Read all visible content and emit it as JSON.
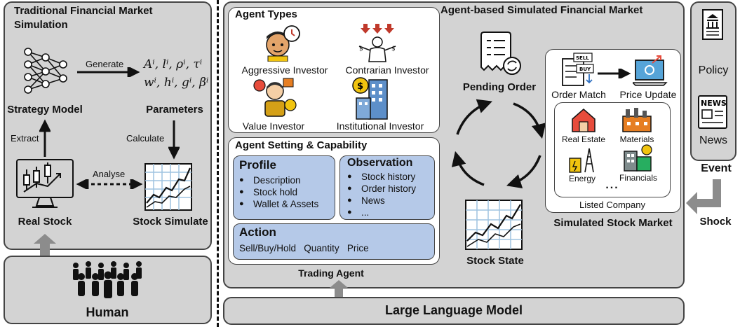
{
  "left": {
    "title": "Traditional Financial Market Simulation",
    "strategy_model": "Strategy Model",
    "parameters": "Parameters",
    "generate": "Generate",
    "extract": "Extract",
    "calculate": "Calculate",
    "analyse": "Analyse",
    "real_stock": "Real Stock",
    "stock_simulate": "Stock Simulate",
    "human": "Human",
    "params_line1": "Aⁱ, lⁱ, ρⁱ, τⁱ",
    "params_line2": "wⁱ, hⁱ, gⁱ, βⁱ"
  },
  "center": {
    "title": "Agent-based Simulated Financial Market",
    "agent_types": {
      "title": "Agent Types",
      "aggressive": "Aggressive Investor",
      "contrarian": "Contrarian Investor",
      "value": "Value Investor",
      "institutional": "Institutional Investor"
    },
    "setting": {
      "title": "Agent Setting & Capability",
      "profile_title": "Profile",
      "profile_items": [
        "Description",
        "Stock hold",
        "Wallet & Assets"
      ],
      "observation_title": "Observation",
      "observation_items": [
        "Stock history",
        "Order history",
        "News",
        "..."
      ],
      "action_title": "Action",
      "action_items": "Sell/Buy/Hold   Quantity   Price"
    },
    "trading_agent": "Trading Agent",
    "pending_order": "Pending Order",
    "stock_state": "Stock State",
    "market": {
      "order_match": "Order Match",
      "price_update": "Price Update",
      "sell_label": "SELL",
      "buy_label": "BUY",
      "companies": [
        "Real Estate",
        "Materials",
        "Energy",
        "Financials"
      ],
      "ellipsis": "...",
      "listed_company": "Listed Company",
      "title": "Simulated Stock Market"
    },
    "llm": "Large Language Model"
  },
  "right": {
    "policy": "Policy",
    "news": "News",
    "news_icon_text": "NEWS",
    "event": "Event",
    "shock": "Shock"
  },
  "colors": {
    "panel": "#d3d3d3",
    "blue_box": "#b5c9e8",
    "arrow_gray": "#8c8c8c",
    "chart_blue": "#9fc3e0"
  }
}
